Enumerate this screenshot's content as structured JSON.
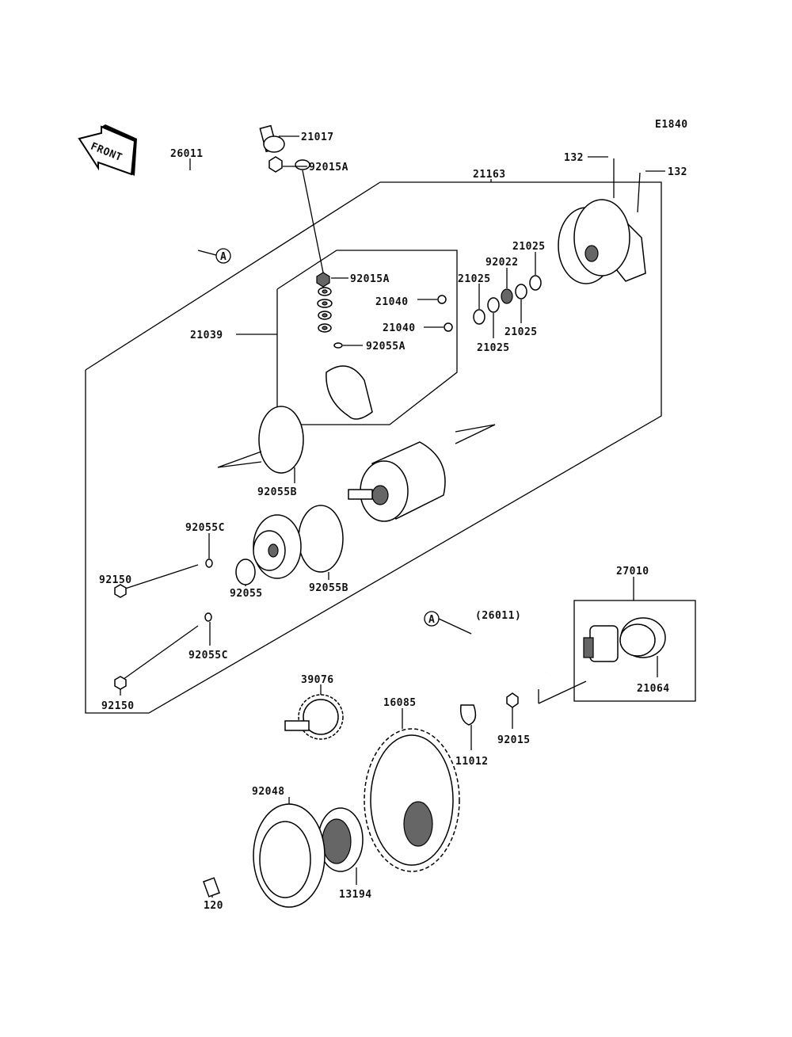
{
  "diagram_code": "E1840",
  "front_arrow": "FRONT",
  "ref_marker": "A",
  "labels": {
    "p21017": "21017",
    "p92015A_top": "92015A",
    "p26011": "26011",
    "p21163": "21163",
    "p132_left": "132",
    "p132_right": "132",
    "p92015A": "92015A",
    "p21025_a": "21025",
    "p92022": "92022",
    "p21025_b": "21025",
    "p21040_a": "21040",
    "p21039": "21039",
    "p21040_b": "21040",
    "p92055A": "92055A",
    "p21025_c": "21025",
    "p21025_d": "21025",
    "p92055B_a": "92055B",
    "p92055C_a": "92055C",
    "p92150_a": "92150",
    "p92055B_b": "92055B",
    "p92055": "92055",
    "p92055C_b": "92055C",
    "p92150_b": "92150",
    "p27010": "27010",
    "p26011_ref": "(26011)",
    "p39076": "39076",
    "p16085": "16085",
    "p21064": "21064",
    "p92015": "92015",
    "p11012": "11012",
    "p92048": "92048",
    "p120": "120",
    "p13194": "13194"
  }
}
